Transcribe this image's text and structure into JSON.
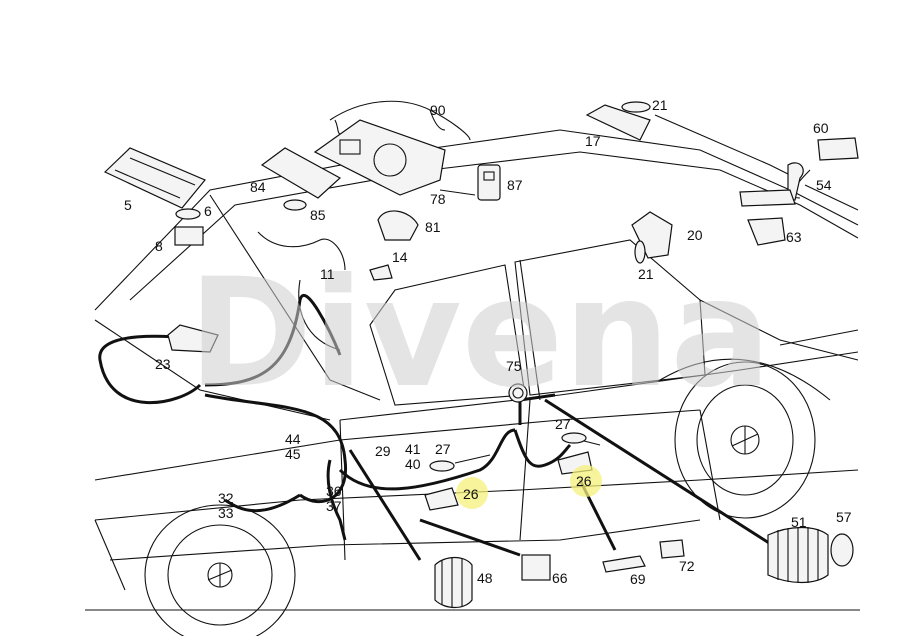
{
  "watermark": "Divena",
  "callouts": {
    "c90": "90",
    "c21a": "21",
    "c60": "60",
    "c17": "17",
    "c54": "54",
    "c84": "84",
    "c85": "85",
    "c78": "78",
    "c87": "87",
    "c5": "5",
    "c6": "6",
    "c8": "8",
    "c81": "81",
    "c14": "14",
    "c11": "11",
    "c20": "20",
    "c63": "63",
    "c21b": "21",
    "c23": "23",
    "c75": "75",
    "c27a": "27",
    "c27b": "27",
    "c44": "44",
    "c45": "45",
    "c29": "29",
    "c41": "41",
    "c40": "40",
    "c26a": "26",
    "c26b": "26",
    "c32": "32",
    "c33": "33",
    "c36": "36",
    "c37": "37",
    "c51": "51",
    "c57": "57",
    "c48": "48",
    "c66": "66",
    "c69": "69",
    "c72": "72"
  },
  "colors": {
    "highlight": "#f4f07a",
    "ink": "#111111",
    "watermark": "#cfcfcf"
  }
}
